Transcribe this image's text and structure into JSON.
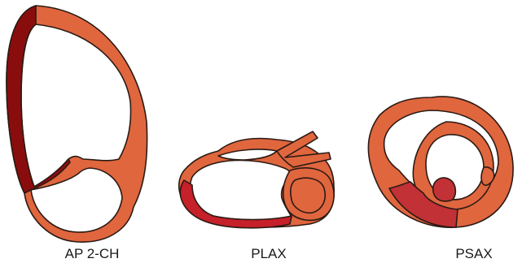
{
  "colors": {
    "myocardium": "#e0663e",
    "highlight_dark": "#8a0d0d",
    "highlight_red": "#c6202a",
    "highlight_crimson": "#c13136",
    "outline": "#2b1a14",
    "background": "#ffffff"
  },
  "views": [
    {
      "label": "AP 2-CH",
      "highlighted_segment": "inferior wall"
    },
    {
      "label": "PLAX",
      "highlighted_segment": "inferolateral wall"
    },
    {
      "label": "PSAX",
      "highlighted_segment": "inferior wall"
    }
  ]
}
